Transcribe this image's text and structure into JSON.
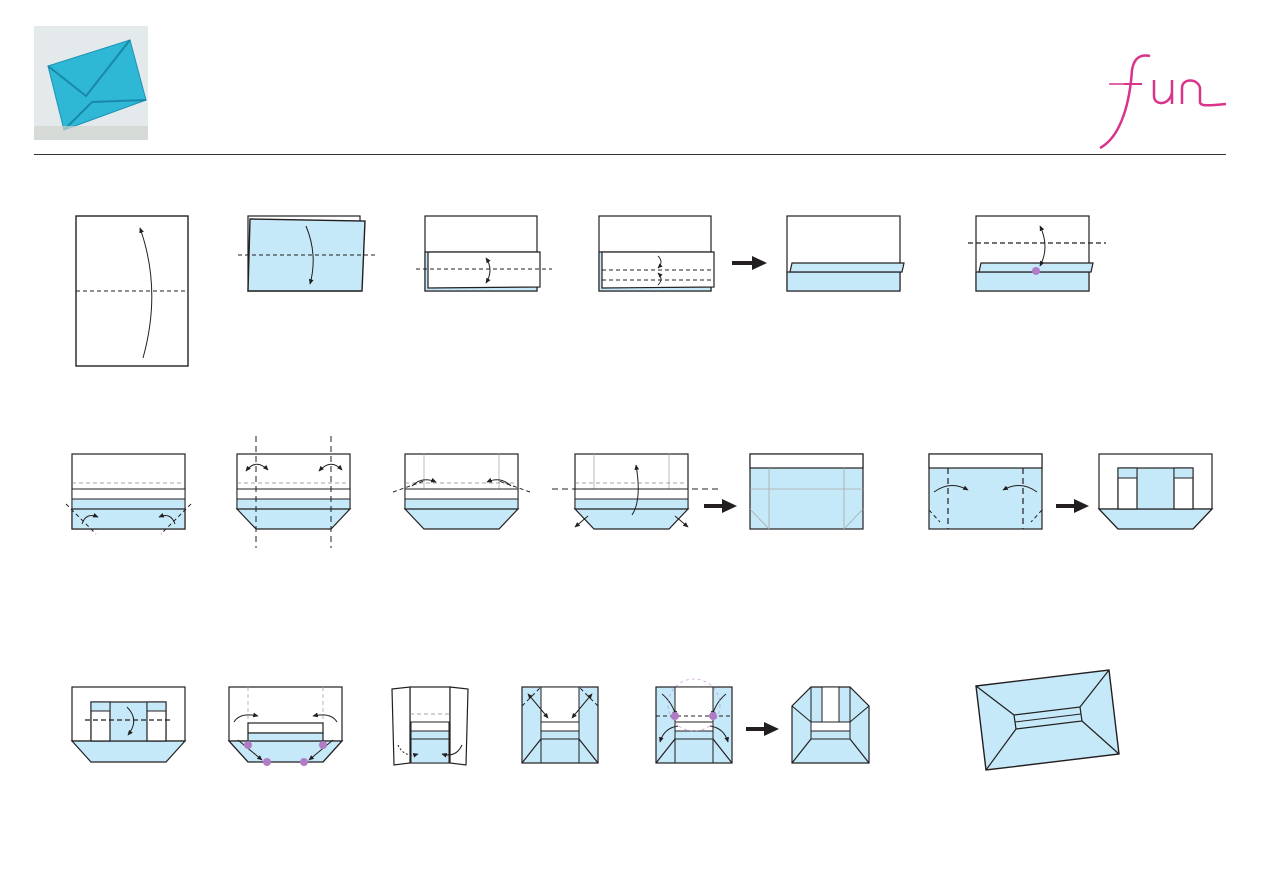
{
  "logo": {
    "text": "fun",
    "color": "#d9348c"
  },
  "colors": {
    "paper_blue": "#c5e9f8",
    "paper_white": "#ffffff",
    "outline": "#231f20",
    "marker_dot": "#b07cc6",
    "photo_envelope": "#2fb7d6"
  },
  "steps": {
    "row1": 6,
    "row2": 7,
    "row3": 7
  }
}
